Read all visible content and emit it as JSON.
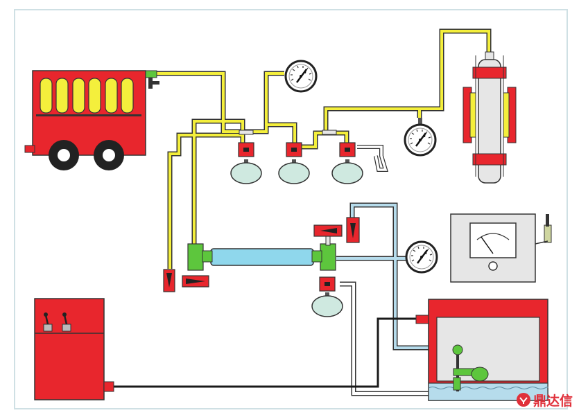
{
  "watermark": {
    "text": "鼎达信",
    "color": "#e0303a"
  },
  "colors": {
    "frame": "#cfe0e4",
    "equipment_red": "#e8262d",
    "gas_line_yellow": "#f4ef3c",
    "water_line_blue": "#b6dcec",
    "drain_line_white": "#ffffff",
    "fitting_green": "#5dc63d",
    "manifold_cyan": "#8fd7ec",
    "flask_teal": "#cfe9e0",
    "panel_grey": "#e6e6e6",
    "black_line": "#1a1a1a"
  },
  "components": [
    "gas-cylinder-trailer",
    "pressure-regulator",
    "pressure-gauge",
    "shutoff-valve",
    "separator-flask",
    "test-manifold",
    "test-cell",
    "meter-panel",
    "control-cabinet",
    "water-bath"
  ]
}
